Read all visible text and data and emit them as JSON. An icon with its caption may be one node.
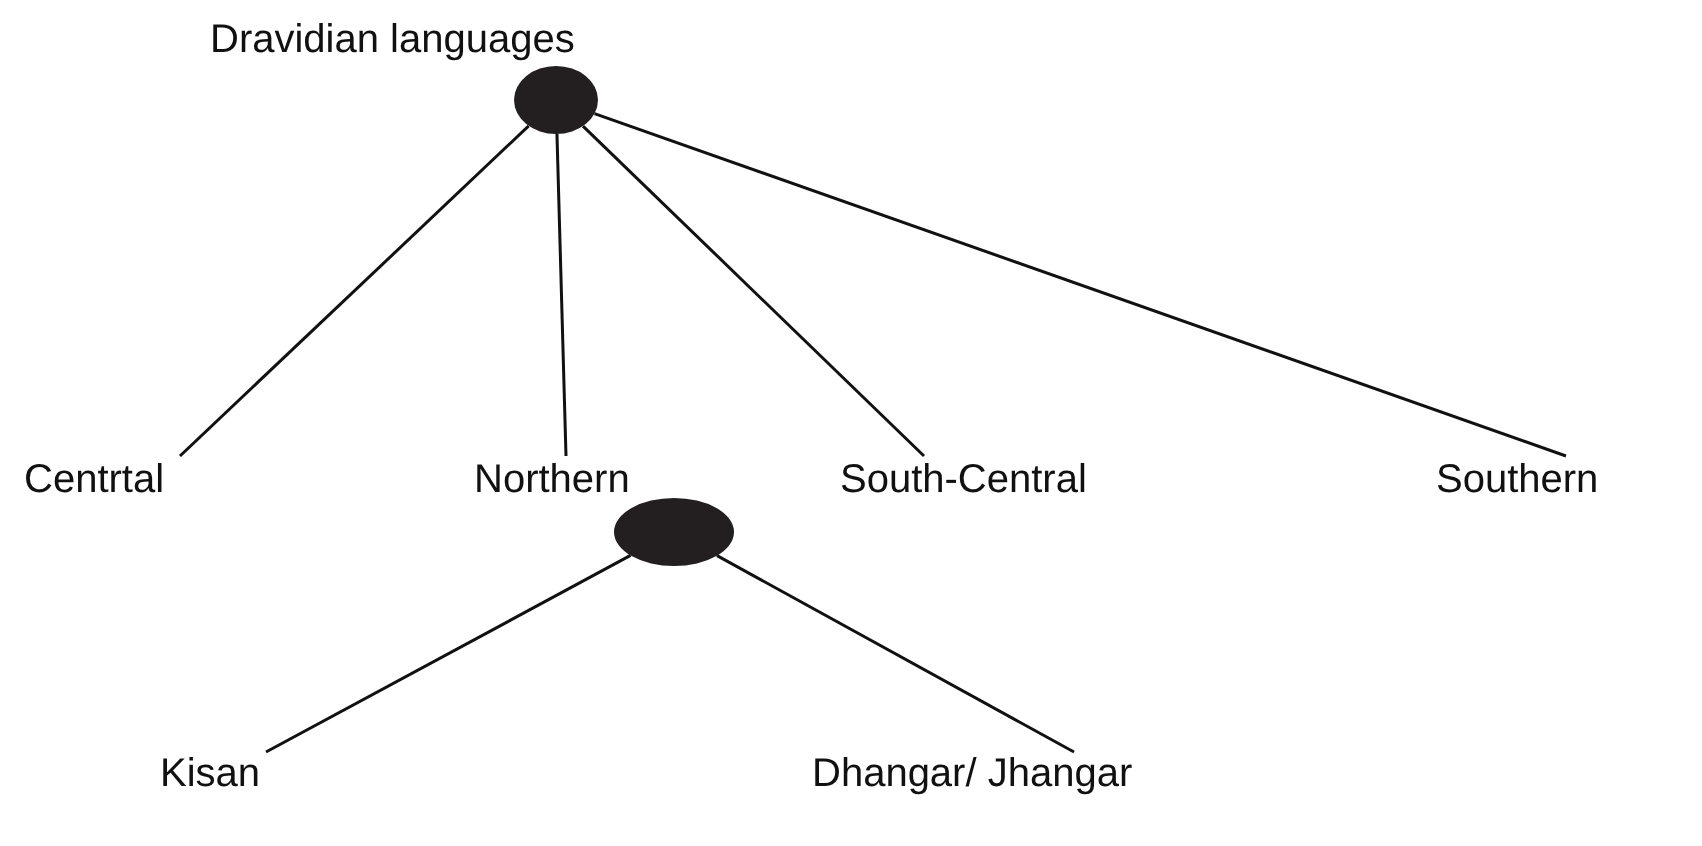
{
  "diagram": {
    "nodes": [
      {
        "text": [
          "Dravidian languages"
        ]
      },
      {
        "text": [
          "Centrtal"
        ]
      },
      {
        "text": [
          "Northern"
        ]
      },
      {
        "text": [
          "South-Central"
        ]
      },
      {
        "text": [
          "Southern"
        ]
      },
      {
        "text": [],
        "shape": "circle"
      },
      {
        "text": [
          "Kisan"
        ]
      },
      {
        "text": [
          "Dhangar/ Jhangar"
        ]
      }
    ],
    "edges": [
      {
        "from": 0,
        "to": 1,
        "arrow": "none"
      },
      {
        "from": 0,
        "to": 2,
        "arrow": "none"
      },
      {
        "from": 0,
        "to": 3,
        "arrow": "none"
      },
      {
        "from": 0,
        "to": 4,
        "arrow": "none"
      },
      {
        "from": 5,
        "to": 6,
        "arrow": "none"
      },
      {
        "from": 5,
        "to": 7,
        "arrow": "none"
      }
    ]
  }
}
